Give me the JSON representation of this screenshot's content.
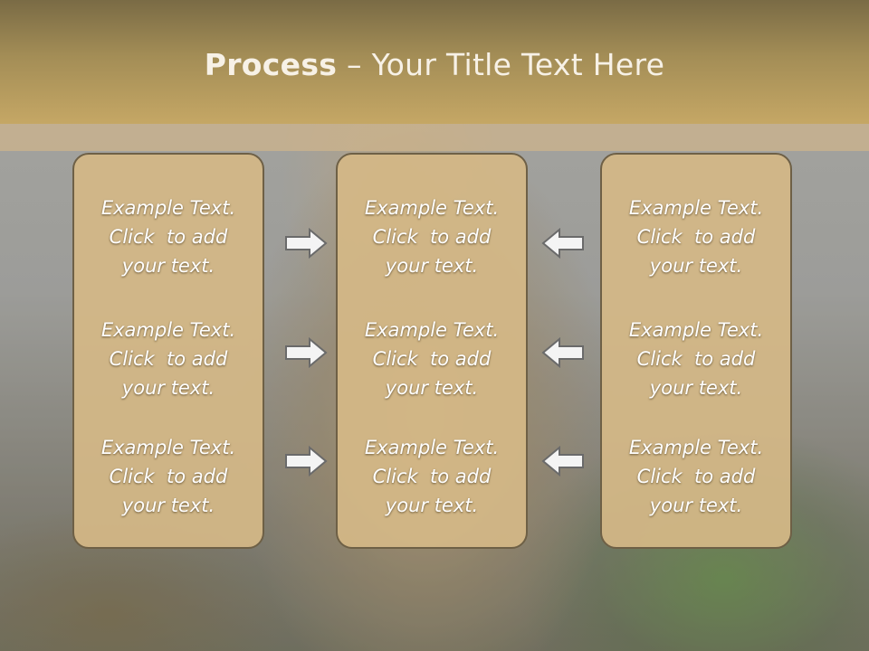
{
  "slide": {
    "title_bold": "Process",
    "title_rest": " – Your Title Text Here"
  },
  "columns": [
    {
      "items": [
        {
          "line1": "Example Text.",
          "line2": "Click  to add",
          "line3": "your text."
        },
        {
          "line1": "Example Text.",
          "line2": "Click  to add",
          "line3": "your text."
        },
        {
          "line1": "Example Text.",
          "line2": "Click  to add",
          "line3": "your text."
        }
      ]
    },
    {
      "items": [
        {
          "line1": "Example Text.",
          "line2": "Click  to add",
          "line3": "your text."
        },
        {
          "line1": "Example Text.",
          "line2": "Click  to add",
          "line3": "your text."
        },
        {
          "line1": "Example Text.",
          "line2": "Click  to add",
          "line3": "your text."
        }
      ]
    },
    {
      "items": [
        {
          "line1": "Example Text.",
          "line2": "Click  to add",
          "line3": "your text."
        },
        {
          "line1": "Example Text.",
          "line2": "Click  to add",
          "line3": "your text."
        },
        {
          "line1": "Example Text.",
          "line2": "Click  to add",
          "line3": "your text."
        }
      ]
    }
  ],
  "arrows": {
    "left_to_middle": "arrow-right-icon",
    "right_to_middle": "arrow-left-icon"
  },
  "colors": {
    "header": "#b09a5e",
    "panel": "#d4b887",
    "panel_border": "#6e6046",
    "text": "#ffffff"
  }
}
